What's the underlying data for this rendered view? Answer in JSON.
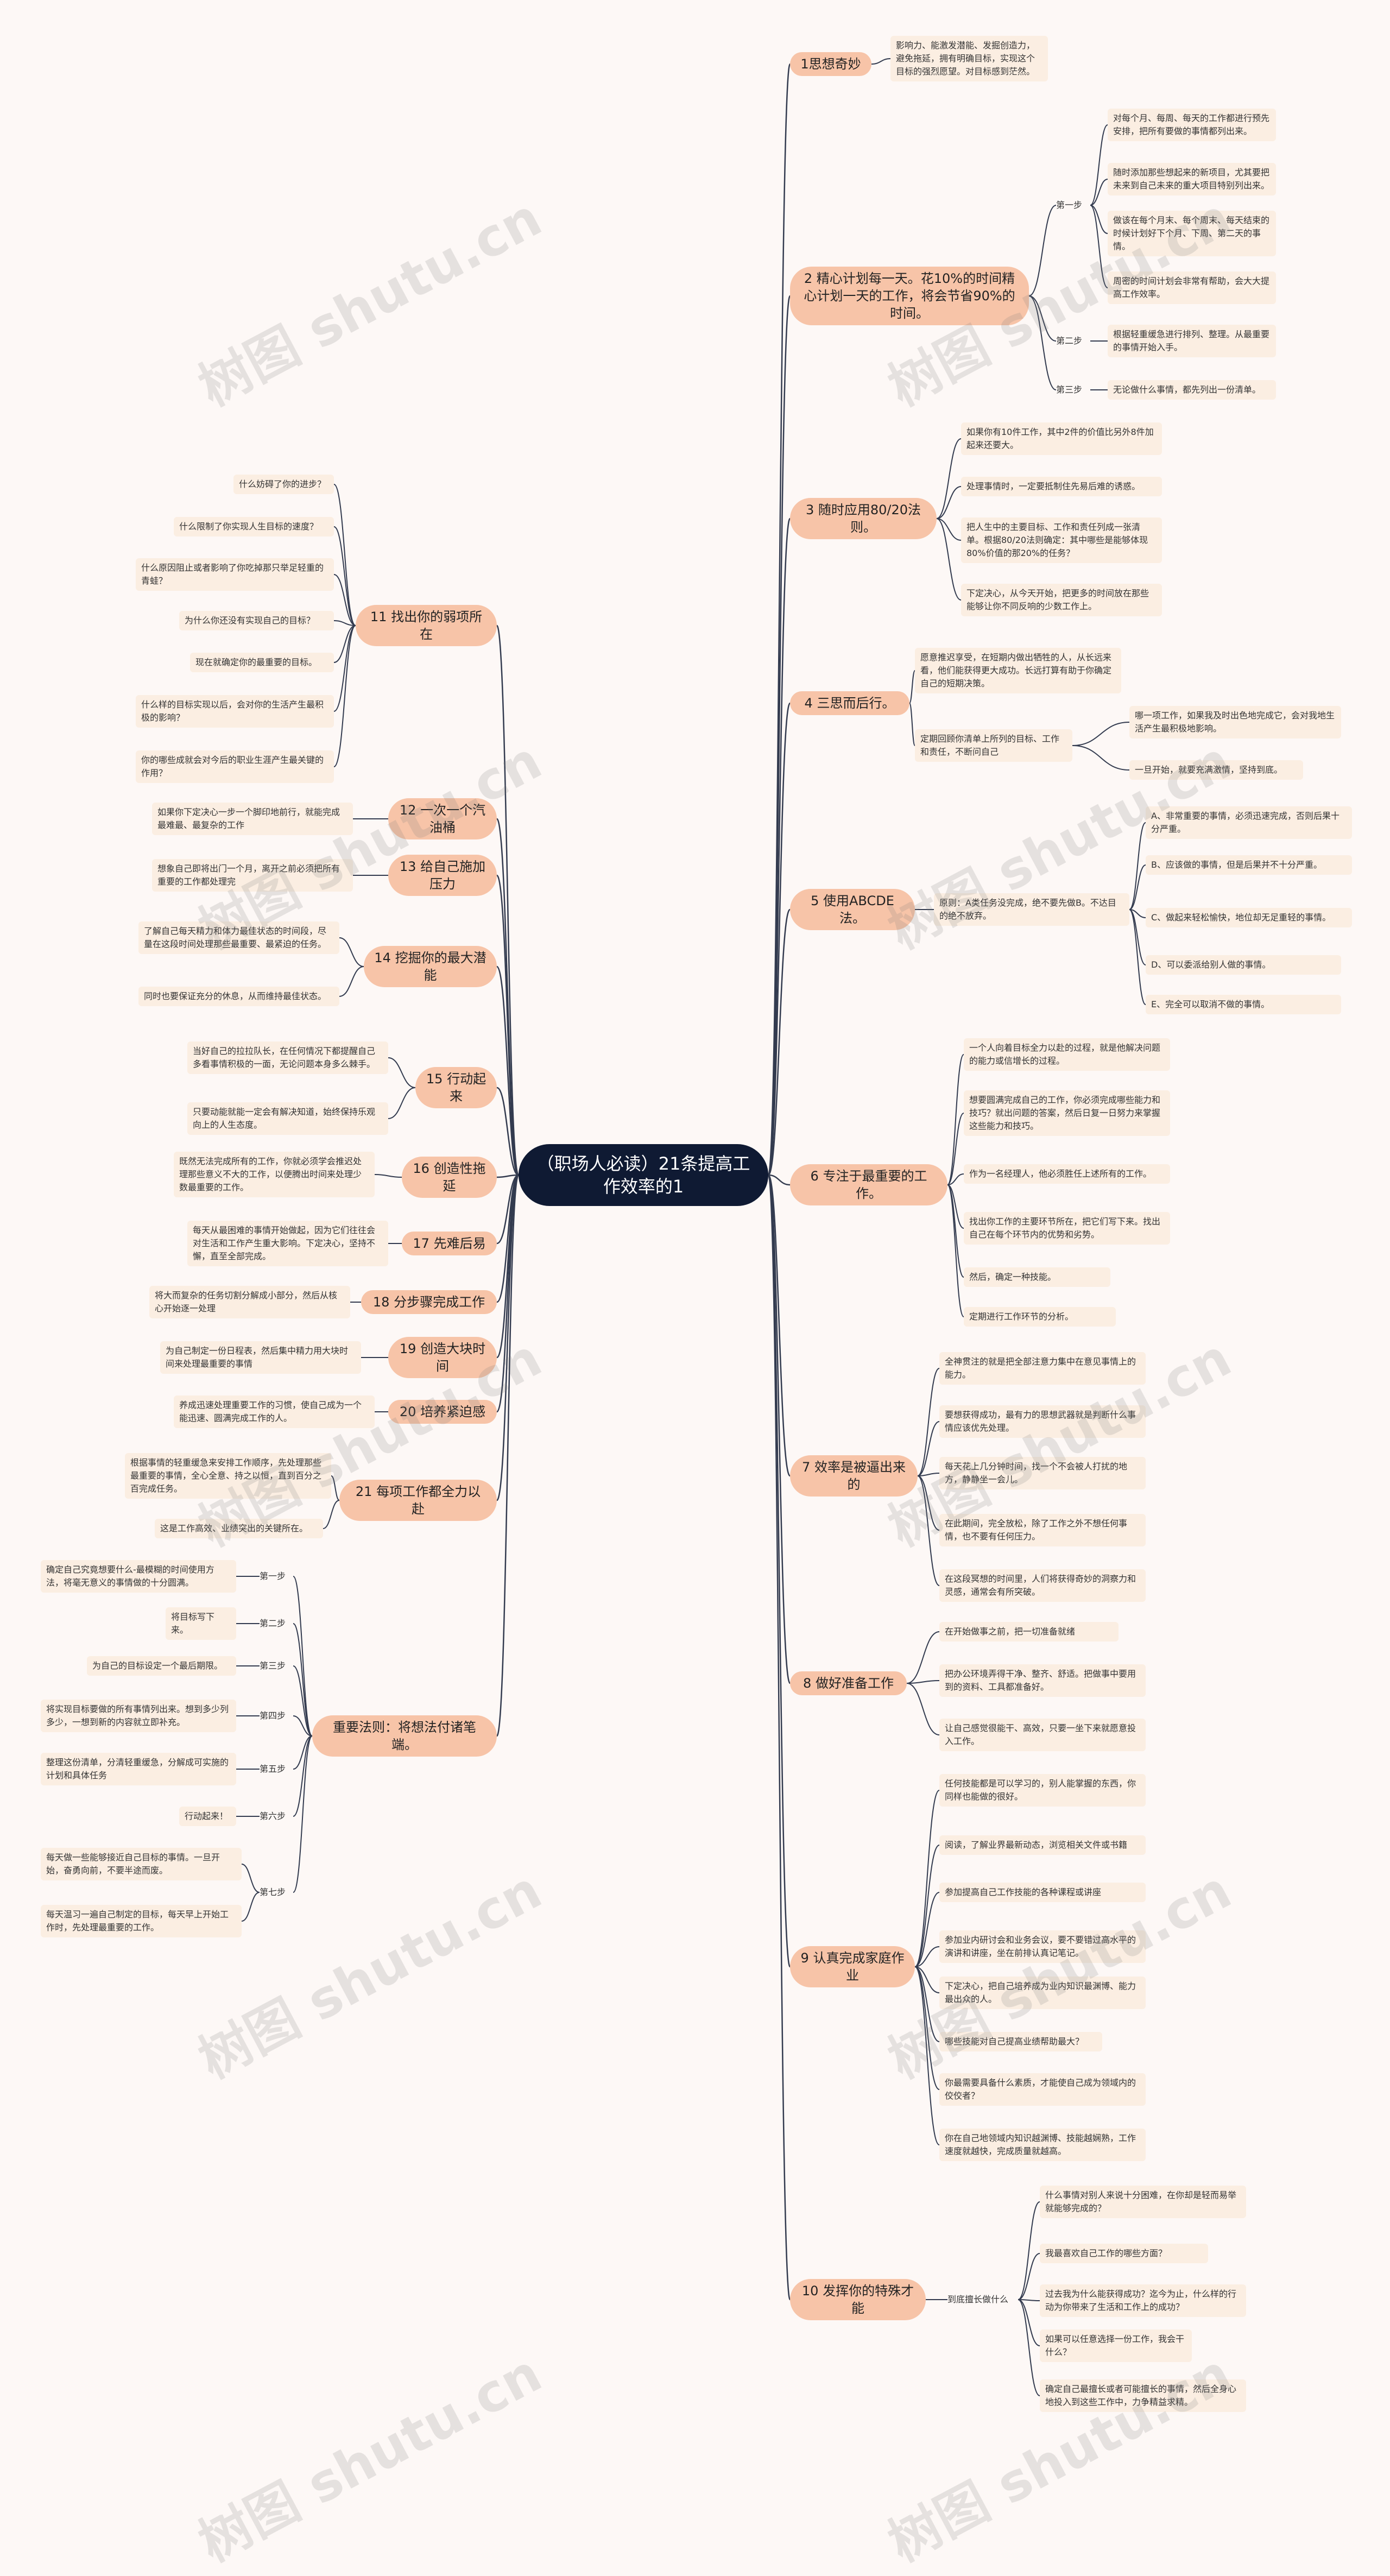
{
  "root": "（职场人必读）21条提高工作效率的1",
  "watermark": "树图 shutu.cn",
  "right": [
    {
      "label": "1思想奇妙",
      "notes": [
        "影响力、能激发潜能、发掘创造力，避免拖延，拥有明确目标，实现这个目标的强烈愿望。对目标感到茫然。"
      ]
    },
    {
      "label": "2 精心计划每一天。花10%的时间精心计划一天的工作，将会节省90%的时间。",
      "steps": [
        {
          "label": "第一步",
          "notes": [
            "对每个月、每周、每天的工作都进行预先安排，把所有要做的事情都列出来。",
            "随时添加那些想起来的新项目，尤其要把未来到自己未来的重大项目特别列出来。",
            "做该在每个月末、每个周末、每天结束的时候计划好下个月、下周、第二天的事情。",
            "周密的时间计划会非常有帮助，会大大提高工作效率。"
          ]
        },
        {
          "label": "第二步",
          "notes": [
            "根据轻重缓急进行排列、整理。从最重要的事情开始入手。"
          ]
        },
        {
          "label": "第三步",
          "notes": [
            "无论做什么事情，都先列出一份清单。"
          ]
        }
      ]
    },
    {
      "label": "3 随时应用80/20法则。",
      "notes": [
        "如果你有10件工作，其中2件的价值比另外8件加起来还要大。",
        "处理事情时，一定要抵制住先易后难的诱惑。",
        "把人生中的主要目标、工作和责任列成一张清单。根据80/20法则确定：其中哪些是能够体现80%价值的那20%的任务？",
        "下定决心，从今天开始，把更多的时间放在那些能够让你不同反响的少数工作上。"
      ]
    },
    {
      "label": "4 三思而后行。",
      "notes": [
        "愿意推迟享受，在短期内做出牺牲的人，从长远来看，他们能获得更大成功。长远打算有助于你确定自己的短期决策。",
        "定期回顾你清单上所列的目标、工作和责任，不断问自己"
      ],
      "subnotes": [
        "哪一项工作，如果我及时出色地完成它，会对我地生活产生最积极地影响。",
        "一旦开始，就要充满激情，坚持到底。"
      ]
    },
    {
      "label": "5 使用ABCDE法。",
      "notes": [
        "原则：A类任务没完成，绝不要先做B。不达目的绝不放弃。"
      ],
      "subnotes": [
        "A、非常重要的事情，必须迅速完成，否则后果十分严重。",
        "B、应该做的事情，但是后果并不十分严重。",
        "C、做起来轻松愉快，地位却无足重轻的事情。",
        "D、可以委派给别人做的事情。",
        "E、完全可以取消不做的事情。"
      ]
    },
    {
      "label": "6 专注于最重要的工作。",
      "notes": [
        "一个人向着目标全力以赴的过程，就是他解决问题的能力或信增长的过程。",
        "想要圆满完成自己的工作，你必须完成哪些能力和技巧？就出问题的答案，然后日复一日努力来掌握这些能力和技巧。",
        "作为一名经理人，他必须胜任上述所有的工作。",
        "找出你工作的主要环节所在，把它们写下来。找出自己在每个环节内的优势和劣势。",
        "然后，确定一种技能。",
        "定期进行工作环节的分析。"
      ]
    },
    {
      "label": "7 效率是被逼出来的",
      "notes": [
        "全神贯注的就是把全部注意力集中在意见事情上的能力。",
        "要想获得成功，最有力的思想武器就是判断什么事情应该优先处理。",
        "每天花上几分钟时间，找一个不会被人打扰的地方，静静坐一会儿。",
        "在此期间，完全放松，除了工作之外不想任何事情，也不要有任何压力。",
        "在这段冥想的时间里，人们将获得奇妙的洞察力和灵感，通常会有所突破。"
      ]
    },
    {
      "label": "8 做好准备工作",
      "notes": [
        "在开始做事之前，把一切准备就绪",
        "把办公环境弄得干净、整齐、舒适。把做事中要用到的资料、工具都准备好。",
        "让自己感觉很能干、高效，只要一坐下来就愿意投入工作。"
      ]
    },
    {
      "label": "9 认真完成家庭作业",
      "notes": [
        "任何技能都是可以学习的，别人能掌握的东西，你同样也能做的很好。",
        "阅读，了解业界最新动态，浏览相关文件或书籍",
        "参加提高自己工作技能的各种课程或讲座",
        "参加业内研讨会和业务会议，要不要错过高水平的演讲和讲座，坐在前排认真记笔记。",
        "下定决心，把自己培养成为业内知识最渊博、能力最出众的人。",
        "哪些技能对自己提高业绩帮助最大？",
        "你最需要具备什么素质，才能使自己成为领域内的佼佼者？",
        "你在自己地领域内知识越渊博、技能越娴熟，工作速度就越快，完成质量就越高。"
      ]
    },
    {
      "label": "10 发挥你的特殊才能",
      "mid": "到底擅长做什么",
      "notes": [
        "什么事情对别人来说十分困难，在你却是轻而易举就能够完成的？",
        "我最喜欢自己工作的哪些方面？",
        "过去我为什么能获得成功？迄今为止，什么样的行动为你带来了生活和工作上的成功？",
        "如果可以任意选择一份工作，我会干什么？",
        "确定自己最擅长或者可能擅长的事情，然后全身心地投入到这些工作中，力争精益求精。"
      ]
    }
  ],
  "left": [
    {
      "label": "11 找出你的弱项所在",
      "notes": [
        "什么妨碍了你的进步？",
        "什么限制了你实现人生目标的速度？",
        "什么原因阻止或者影响了你吃掉那只举足轻重的青蛙？",
        "为什么你还没有实现自己的目标？",
        "现在就确定你的最重要的目标。",
        "什么样的目标实现以后，会对你的生活产生最积极的影响？",
        "你的哪些成就会对今后的职业生涯产生最关键的作用？"
      ]
    },
    {
      "label": "12 一次一个汽油桶",
      "notes": [
        "如果你下定决心一步一个脚印地前行，就能完成最难最、最复杂的工作"
      ]
    },
    {
      "label": "13 给自己施加压力",
      "notes": [
        "想象自己即将出门一个月，离开之前必须把所有重要的工作都处理完"
      ]
    },
    {
      "label": "14 挖掘你的最大潜能",
      "notes": [
        "了解自己每天精力和体力最佳状态的时间段，尽量在这段时间处理那些最重要、最紧迫的任务。",
        "同时也要保证充分的休息，从而维持最佳状态。"
      ]
    },
    {
      "label": "15 行动起来",
      "notes": [
        "当好自己的拉拉队长，在任何情况下都提醒自己多看事情积极的一面，无论问题本身多么棘手。",
        "只要动能就能一定会有解决知道，始终保持乐观向上的人生态度。"
      ]
    },
    {
      "label": "16 创造性拖延",
      "notes": [
        "既然无法完成所有的工作，你就必须学会推迟处理那些意义不大的工作，以便腾出时间来处理少数最重要的工作。"
      ]
    },
    {
      "label": "17 先难后易",
      "notes": [
        "每天从最困难的事情开始做起，因为它们往往会对生活和工作产生重大影响。下定决心，坚持不懈，直至全部完成。"
      ]
    },
    {
      "label": "18 分步骤完成工作",
      "notes": [
        "将大而复杂的任务切割分解成小部分，然后从核心开始逐一处理"
      ]
    },
    {
      "label": "19 创造大块时间",
      "notes": [
        "为自己制定一份日程表，然后集中精力用大块时间来处理最重要的事情"
      ]
    },
    {
      "label": "20 培养紧迫感",
      "notes": [
        "养成迅速处理重要工作的习惯，使自己成为一个能迅速、圆满完成工作的人。"
      ]
    },
    {
      "label": "21 每项工作都全力以赴",
      "notes": [
        "根据事情的轻重缓急来安排工作顺序，先处理那些最重要的事情，全心全意、持之以恒，直到百分之百完成任务。",
        "这是工作高效、业绩突出的关键所在。"
      ]
    },
    {
      "label": "重要法则：将想法付诸笔端。",
      "steps": [
        {
          "label": "第一步",
          "notes": [
            "确定自己究竟想要什么-最模糊的时间使用方法，将毫无意义的事情做的十分圆满。"
          ]
        },
        {
          "label": "第二步",
          "notes": [
            "将目标写下来。"
          ]
        },
        {
          "label": "第三步",
          "notes": [
            "为自己的目标设定一个最后期限。"
          ]
        },
        {
          "label": "第四步",
          "notes": [
            "将实现目标要做的所有事情列出来。想到多少列多少，一想到新的内容就立即补充。"
          ]
        },
        {
          "label": "第五步",
          "notes": [
            "整理这份清单，分清轻重缓急，分解成可实施的计划和具体任务"
          ]
        },
        {
          "label": "第六步",
          "notes": [
            "行动起来！"
          ]
        },
        {
          "label": "第七步",
          "notes": [
            "每天做一些能够接近自己目标的事情。一旦开始，奋勇向前，不要半途而废。",
            "每天温习一遍自己制定的目标，每天早上开始工作时，先处理最重要的工作。"
          ]
        }
      ]
    }
  ]
}
